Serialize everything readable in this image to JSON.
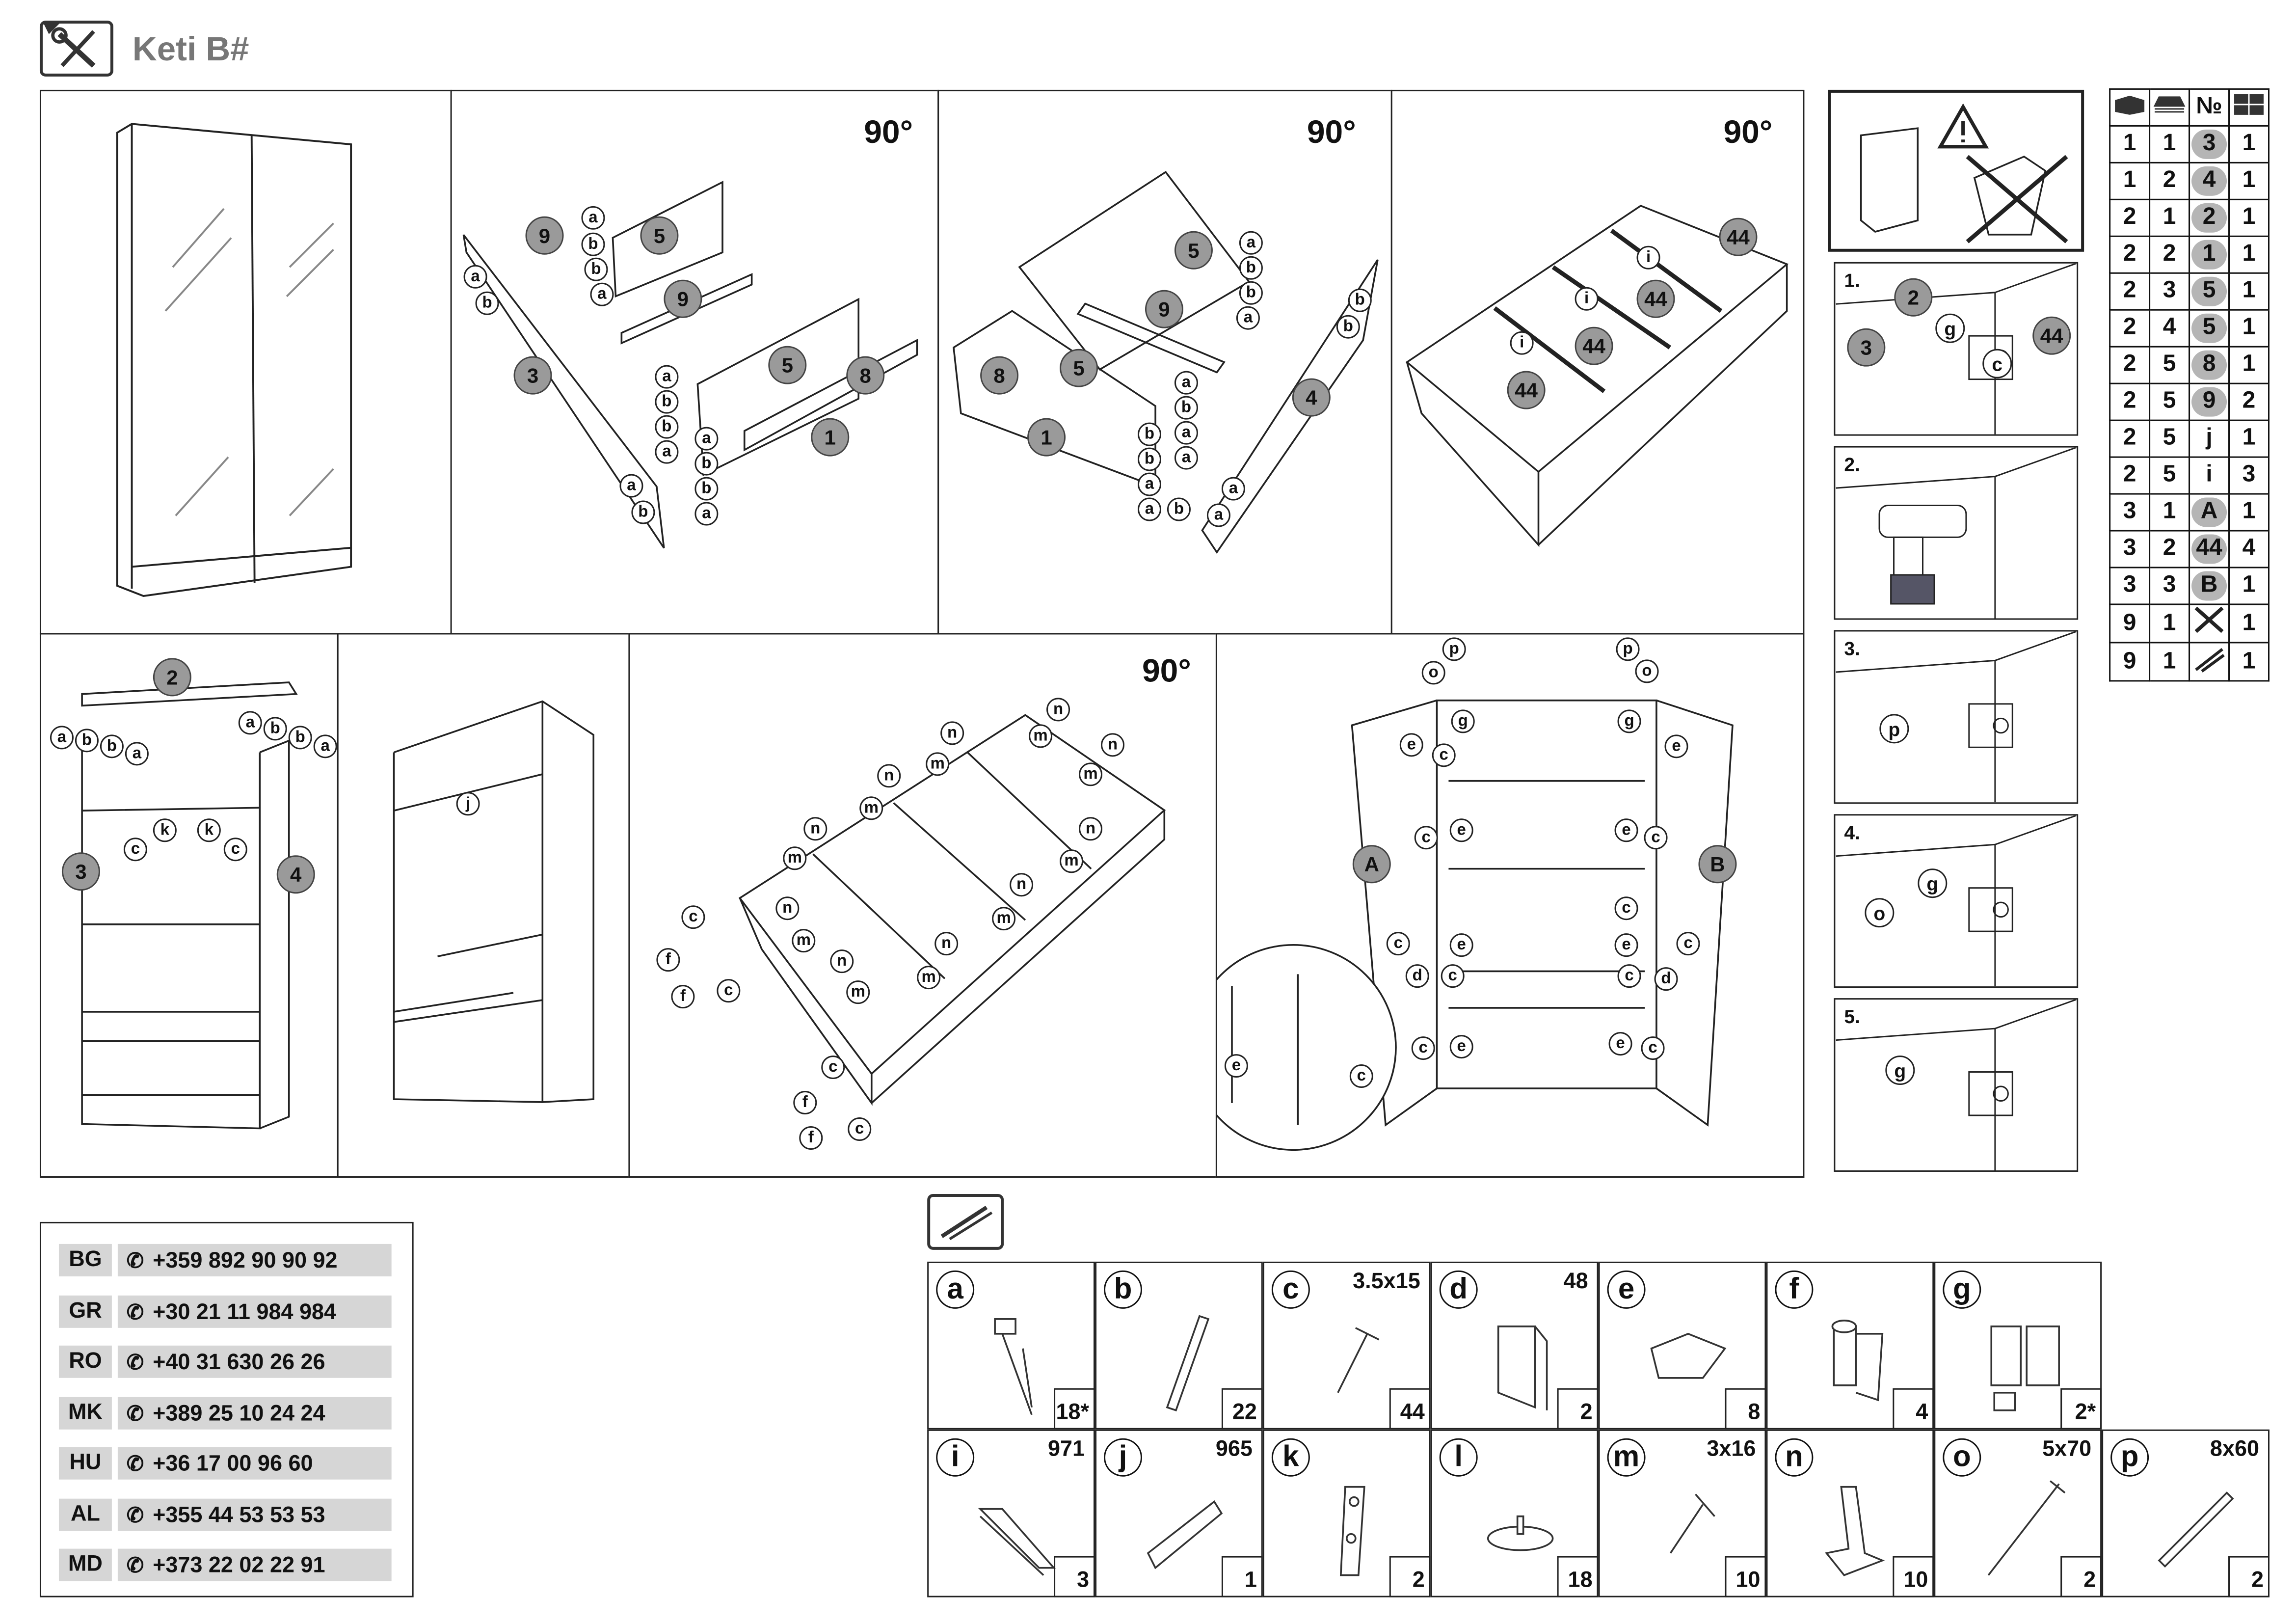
{
  "header": {
    "title": "Keti B#",
    "icon": "tools-icon"
  },
  "panels": {
    "p2": {
      "rotation": "90°",
      "callouts": [
        "9",
        "5",
        "9",
        "5",
        "8",
        "1",
        "3"
      ],
      "letters": [
        "a",
        "b",
        "b",
        "a",
        "a",
        "b",
        "a",
        "b",
        "b",
        "a",
        "a",
        "b",
        "b",
        "a",
        "a",
        "b"
      ]
    },
    "p3": {
      "rotation": "90°",
      "callouts": [
        "5",
        "9",
        "5",
        "8",
        "1",
        "4"
      ],
      "letters": [
        "a",
        "b",
        "b",
        "a",
        "a",
        "b",
        "a",
        "a",
        "b",
        "b",
        "a",
        "a",
        "b",
        "b",
        "a",
        "a",
        "b"
      ]
    },
    "p4": {
      "rotation": "90°",
      "callouts": [
        "44",
        "44",
        "44",
        "44"
      ],
      "letters": [
        "i",
        "i",
        "i"
      ]
    },
    "p5": {
      "callouts": [
        "2",
        "3",
        "4"
      ],
      "letters": [
        "a",
        "b",
        "b",
        "a",
        "a",
        "b",
        "b",
        "a",
        "c",
        "k",
        "k",
        "c"
      ]
    },
    "p6": {
      "letters": [
        "j"
      ]
    },
    "p7": {
      "rotation": "90°",
      "letters": [
        "n",
        "m",
        "n",
        "m",
        "n",
        "m",
        "n",
        "m",
        "n",
        "m",
        "n",
        "m",
        "n",
        "m",
        "n",
        "m",
        "n",
        "m",
        "n",
        "m",
        "c",
        "f",
        "f",
        "c",
        "c",
        "f",
        "f",
        "c"
      ]
    },
    "p8": {
      "callouts": [
        "A",
        "B"
      ],
      "letters": [
        "o",
        "p",
        "p",
        "o",
        "e",
        "g",
        "g",
        "e",
        "c",
        "c",
        "c",
        "e",
        "e",
        "c",
        "c",
        "e",
        "e",
        "c",
        "d",
        "c",
        "c",
        "d",
        "c",
        "e",
        "e",
        "c",
        "e",
        "c"
      ]
    }
  },
  "steps": [
    {
      "label": "1.",
      "callouts": [
        "2",
        "3",
        "44"
      ],
      "letters": [
        "g",
        "c"
      ]
    },
    {
      "label": "2."
    },
    {
      "label": "3.",
      "letters": [
        "p"
      ]
    },
    {
      "label": "4.",
      "letters": [
        "o",
        "g"
      ]
    },
    {
      "label": "5.",
      "letters": [
        "g"
      ]
    }
  ],
  "parts_table": {
    "headers": [
      "box-icon",
      "boards-icon",
      "№",
      "pieces-icon"
    ],
    "header_no": "№",
    "rows": [
      {
        "box": "1",
        "layer": "1",
        "no": "3",
        "qty": "1",
        "grey": true
      },
      {
        "box": "1",
        "layer": "2",
        "no": "4",
        "qty": "1",
        "grey": true
      },
      {
        "box": "2",
        "layer": "1",
        "no": "2",
        "qty": "1",
        "grey": true
      },
      {
        "box": "2",
        "layer": "2",
        "no": "1",
        "qty": "1",
        "grey": true
      },
      {
        "box": "2",
        "layer": "3",
        "no": "5",
        "qty": "1",
        "grey": true
      },
      {
        "box": "2",
        "layer": "4",
        "no": "5",
        "qty": "1",
        "grey": true
      },
      {
        "box": "2",
        "layer": "5",
        "no": "8",
        "qty": "1",
        "grey": true
      },
      {
        "box": "2",
        "layer": "5",
        "no": "9",
        "qty": "2",
        "grey": true
      },
      {
        "box": "2",
        "layer": "5",
        "no": "j",
        "qty": "1",
        "grey": false
      },
      {
        "box": "2",
        "layer": "5",
        "no": "i",
        "qty": "3",
        "grey": false
      },
      {
        "box": "3",
        "layer": "1",
        "no": "A",
        "qty": "1",
        "grey": true
      },
      {
        "box": "3",
        "layer": "2",
        "no": "44",
        "qty": "4",
        "grey": true
      },
      {
        "box": "3",
        "layer": "3",
        "no": "B",
        "qty": "1",
        "grey": true
      },
      {
        "box": "9",
        "layer": "1",
        "no": "tools-icon",
        "qty": "1",
        "grey": false
      },
      {
        "box": "9",
        "layer": "1",
        "no": "fittings-icon",
        "qty": "1",
        "grey": false
      }
    ]
  },
  "phones": [
    {
      "country": "BG",
      "number": "+359 892 90 90 92"
    },
    {
      "country": "GR",
      "number": "+30 21 11 984 984"
    },
    {
      "country": "RO",
      "number": "+40 31 630 26 26"
    },
    {
      "country": "MK",
      "number": "+389 25 10 24 24"
    },
    {
      "country": "HU",
      "number": "+36 17 00 96 60"
    },
    {
      "country": "AL",
      "number": "+355 44 53 53 53"
    },
    {
      "country": "MD",
      "number": "+373 22 02 22 91"
    }
  ],
  "hardware": [
    {
      "letter": "a",
      "size": "",
      "qty": "18*"
    },
    {
      "letter": "b",
      "size": "",
      "qty": "22"
    },
    {
      "letter": "c",
      "size": "3.5x15",
      "qty": "44"
    },
    {
      "letter": "d",
      "size": "48",
      "qty": "2"
    },
    {
      "letter": "e",
      "size": "",
      "qty": "8"
    },
    {
      "letter": "f",
      "size": "",
      "qty": "4"
    },
    {
      "letter": "g",
      "size": "",
      "qty": "2*"
    },
    {
      "letter": "i",
      "size": "971",
      "qty": "3"
    },
    {
      "letter": "j",
      "size": "965",
      "qty": "1"
    },
    {
      "letter": "k",
      "size": "",
      "qty": "2"
    },
    {
      "letter": "l",
      "size": "",
      "qty": "18"
    },
    {
      "letter": "m",
      "size": "3x16",
      "qty": "10"
    },
    {
      "letter": "n",
      "size": "",
      "qty": "10"
    },
    {
      "letter": "o",
      "size": "5x70",
      "qty": "2"
    },
    {
      "letter": "p",
      "size": "8x60",
      "qty": "2"
    }
  ]
}
